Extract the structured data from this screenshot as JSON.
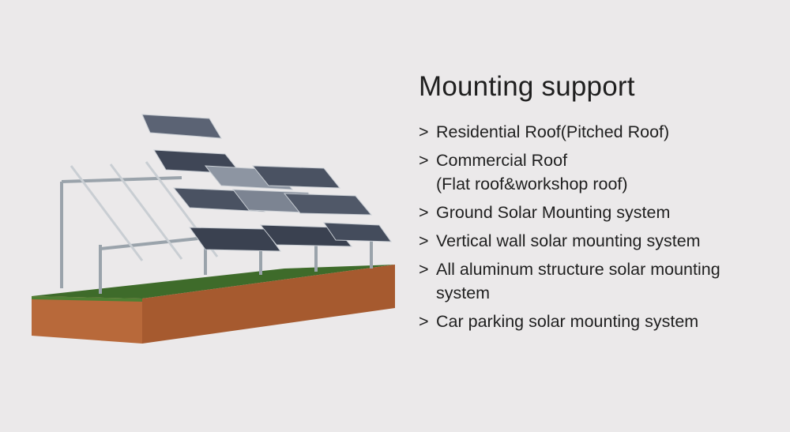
{
  "page": {
    "title": "Mounting support",
    "items": [
      {
        "marker": ">",
        "label": "Residential Roof(Pitched Roof)"
      },
      {
        "marker": ">",
        "label": "Commercial Roof\n(Flat roof&workshop roof)"
      },
      {
        "marker": ">",
        "label": "Ground Solar Mounting system"
      },
      {
        "marker": ">",
        "label": "Vertical wall solar mounting system"
      },
      {
        "marker": ">",
        "label": "All aluminum structure solar mounting\nsystem"
      },
      {
        "marker": ">",
        "label": "Car parking solar mounting system"
      }
    ]
  },
  "colors": {
    "background": "#ebe9ea",
    "panel": "#3a4150",
    "frame": "#b8bfc6",
    "grass": "#3e6b2a",
    "brick": "#b8693a"
  }
}
